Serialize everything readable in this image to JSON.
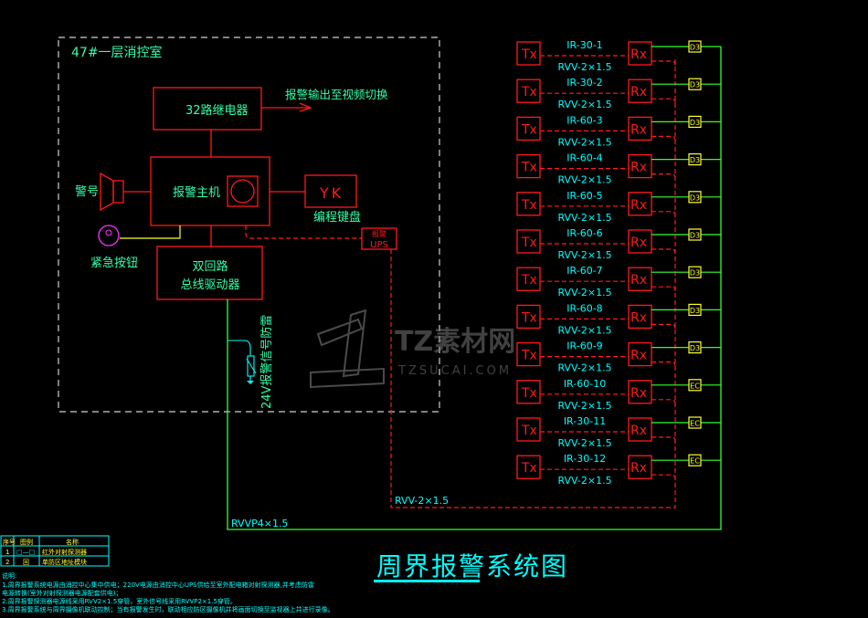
{
  "room": {
    "label": "47#一层消控室"
  },
  "relay": {
    "label": "32路继电器",
    "output_label": "报警输出至视频切换"
  },
  "host": {
    "label": "报警主机"
  },
  "siren": {
    "label": "警号"
  },
  "keypad": {
    "glyph": "YK",
    "label": "编程键盘"
  },
  "emergency_button": {
    "label": "紧急按钮"
  },
  "ups": {
    "line1": "报警",
    "line2": "UPS"
  },
  "bus_driver": {
    "line1": "双回路",
    "line2": "总线驱动器"
  },
  "surge": {
    "label": "24V报警信号防雷"
  },
  "zones": [
    {
      "tx": "Tx",
      "rx": "Rx",
      "id": "IR-30-1",
      "cable": "RVV-2×1.5",
      "module": "D3"
    },
    {
      "tx": "Tx",
      "rx": "Rx",
      "id": "IR-30-2",
      "cable": "RVV-2×1.5",
      "module": "D3"
    },
    {
      "tx": "Tx",
      "rx": "Rx",
      "id": "IR-60-3",
      "cable": "RVV-2×1.5",
      "module": "D3"
    },
    {
      "tx": "Tx",
      "rx": "Rx",
      "id": "IR-60-4",
      "cable": "RVV-2×1.5",
      "module": "D3"
    },
    {
      "tx": "Tx",
      "rx": "Rx",
      "id": "IR-60-5",
      "cable": "RVV-2×1.5",
      "module": "D3"
    },
    {
      "tx": "Tx",
      "rx": "Rx",
      "id": "IR-60-6",
      "cable": "RVV-2×1.5",
      "module": "D3"
    },
    {
      "tx": "Tx",
      "rx": "Rx",
      "id": "IR-60-7",
      "cable": "RVV-2×1.5",
      "module": "D3"
    },
    {
      "tx": "Tx",
      "rx": "Rx",
      "id": "IR-60-8",
      "cable": "RVV-2×1.5",
      "module": "D3"
    },
    {
      "tx": "Tx",
      "rx": "Rx",
      "id": "IR-60-9",
      "cable": "RVV-2×1.5",
      "module": "D3"
    },
    {
      "tx": "Tx",
      "rx": "Rx",
      "id": "IR-60-10",
      "cable": "RVV-2×1.5",
      "module": "EC"
    },
    {
      "tx": "Tx",
      "rx": "Rx",
      "id": "IR-30-11",
      "cable": "RVV-2×1.5",
      "module": "EC"
    },
    {
      "tx": "Tx",
      "rx": "Rx",
      "id": "IR-30-12",
      "cable": "RVV-2×1.5",
      "module": "EC"
    }
  ],
  "power_cable": {
    "label": "RVV-2×1.5"
  },
  "bus_cable": {
    "label": "RVVP4×1.5"
  },
  "title": "周界报警系统图",
  "legend_table": {
    "headers": [
      "序号",
      "图例",
      "名称"
    ],
    "rows": [
      {
        "no": "1",
        "symbol": "□—□",
        "name": "红外对射探测器"
      },
      {
        "no": "2",
        "symbol": "回",
        "name": "单防区地址模块"
      }
    ]
  },
  "notes": {
    "heading": "说明:",
    "lines": [
      "1.周界报警系统电源由消控中心集中供电；220V电源由消控中心UPS供给至室外配电箱对射探测器,并考虑防雷",
      "电源转换(室外对射探测器电源配套供电)；",
      "2.周界报警探测器电源线采用RVV2×1.5穿管，室外信号线采用RVVP2×1.5穿管。",
      "3.周界报警系统与周界摄像机联动控制；当有报警发生时，联动相应防区摄像机并将画面切换至监视器上并进行录像。"
    ]
  },
  "watermark": {
    "brand": "TZ素材网",
    "url": "TZSUCAI.COM"
  },
  "colors": {
    "red": "#ff1a1a",
    "green": "#33ff33",
    "cyan": "#00ffff",
    "text_green": "#33ffaa",
    "yellow": "#ffff33",
    "magenta": "#ff33ff",
    "dashed_white": "#d0d0d0"
  }
}
